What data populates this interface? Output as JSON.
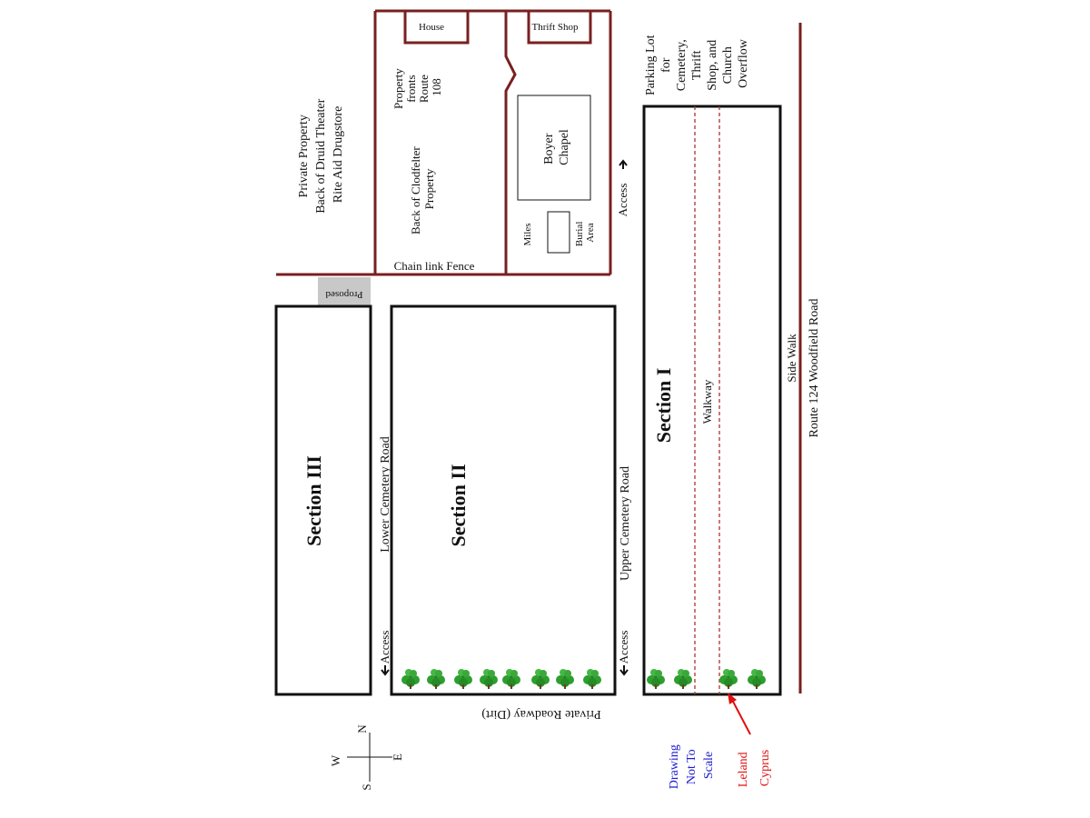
{
  "map": {
    "sections": {
      "section_1": "Section I",
      "section_2": "Section II",
      "section_3": "Section III"
    },
    "roads": {
      "lower_cemetery_road": "Lower Cemetery Road",
      "upper_cemetery_road": "Upper Cemetery Road",
      "private_roadway": "Private Roadway (Dirt)",
      "route_124": "Route 124 Woodfield Road",
      "side_walk": "Side Walk",
      "walkway": "Walkway"
    },
    "access": {
      "lower": "Access",
      "upper": "Access",
      "parking": "Access"
    },
    "proposed": "Proposed",
    "chain_link_fence": "Chain link Fence",
    "buildings": {
      "house": "House",
      "thrift_shop": "Thrift Shop",
      "boyer_chapel": [
        "Boyer",
        "Chapel"
      ],
      "burial_area": [
        "Burial",
        "Area"
      ],
      "miles": "Miles"
    },
    "property_labels": {
      "fronts_route": [
        "Property",
        "fronts",
        "Route",
        "108"
      ],
      "clodfelter": [
        "Back of Clodfelter",
        "Property"
      ],
      "private": [
        "Private Property",
        "Back of Druid Theater",
        "Rite Aid Drugstore"
      ],
      "parking_lot": [
        "Parking Lot",
        "for",
        "Cemetery,",
        "Thrift",
        "Shop, and",
        "Church",
        "Overflow"
      ]
    },
    "notes": {
      "not_to_scale": [
        "Drawing",
        "Not To",
        "Scale"
      ],
      "leland_cyprus": [
        "Leland",
        "Cyprus"
      ]
    },
    "compass": {
      "n": "N",
      "s": "S",
      "e": "E",
      "w": "W"
    },
    "colors": {
      "outline": "#111111",
      "fence": "#7a1f1f",
      "walkway": "#b03030",
      "proposed_fill": "#c8c8c8",
      "note_blue": "#1a1ad0",
      "note_red": "#e01010",
      "tree_green": "#2e9e2e"
    },
    "icons": {
      "tree": "tree-icon",
      "arrow": "arrow-icon",
      "compass": "compass-icon"
    }
  }
}
